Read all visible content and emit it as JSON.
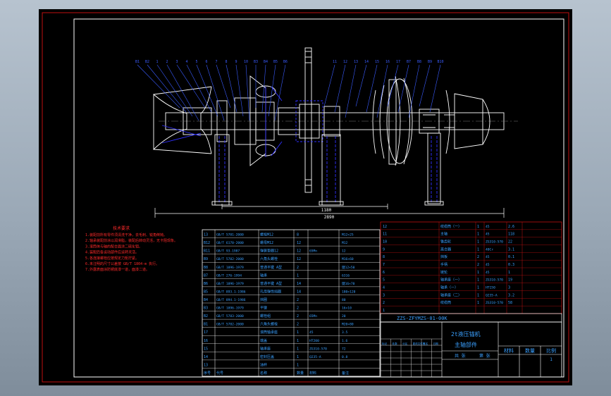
{
  "colors": {
    "background": "#000000",
    "frame_outer": "#c01010",
    "frame_inner": "#ffffff",
    "geometry": "#ffffff",
    "hidden_lines": "#3030ff",
    "leaders": "#3a5cff",
    "notes": "#ff2a2a",
    "table_text": "#3aa0ff",
    "table_grid": "#c01010"
  },
  "drawing": {
    "number_code": "ZZS-ZFYMZS-01-00K"
  },
  "notes": {
    "title": "技术要求",
    "lines": [
      "1.装配前所有零件须清洗干净，去毛刺、锐角倒钝。",
      "2.轴承装配前涂以润滑脂，装配后转动灵活，无卡阻现象。",
      "3.滚筒体与轴的配合面涂二硫化钼。",
      "4.装配后各运动部件应运转灵活。",
      "5.各连接螺栓应按规定力矩拧紧。",
      "6.未注明的尺寸公差按 GB/T 1804-m 执行。",
      "7.外露表面涂防锈底漆一道，面漆二道。"
    ]
  },
  "parts_left": [
    {
      "no": "13",
      "code": "GB/T 5781-2000",
      "name": "螺栓M12",
      "qty": "8",
      "mat": "",
      "note": "M12×25"
    },
    {
      "no": "B12",
      "code": "GB/T 6170-2000",
      "name": "螺母M12",
      "qty": "12",
      "mat": "",
      "note": "M12"
    },
    {
      "no": "B11",
      "code": "GB/T 93-1987",
      "name": "弹簧垫圈12",
      "qty": "12",
      "mat": "65Mn",
      "note": "12"
    },
    {
      "no": "B9",
      "code": "GB/T 5782-2000",
      "name": "六角头螺栓",
      "qty": "12",
      "mat": "",
      "note": "M16×60"
    },
    {
      "no": "B8",
      "code": "GB/T 1096-1979",
      "name": "普通平键 A型",
      "qty": "2",
      "mat": "",
      "note": "键12×50"
    },
    {
      "no": "B7",
      "code": "GB/T 276-1994",
      "name": "轴承",
      "qty": "1",
      "mat": "",
      "note": "6316"
    },
    {
      "no": "B6",
      "code": "GB/T 1096-1979",
      "name": "普通平键 A型",
      "qty": "14",
      "mat": "",
      "note": "键16×70"
    },
    {
      "no": "B5",
      "code": "GB/T 893.1-1986",
      "name": "孔用弹性挡圈",
      "qty": "14",
      "mat": "",
      "note": "180×120"
    },
    {
      "no": "B4",
      "code": "GB/T 894.1-1986",
      "name": "挡圈",
      "qty": "2",
      "mat": "",
      "note": "80"
    },
    {
      "no": "B3",
      "code": "GB/T 1096-1979",
      "name": "平键",
      "qty": "2",
      "mat": "",
      "note": "16×10"
    },
    {
      "no": "B2",
      "code": "GB/T 5783-2000",
      "name": "螺栓组",
      "qty": "2",
      "mat": "65Mn",
      "note": "20"
    },
    {
      "no": "B1",
      "code": "GB/T 5782-2000",
      "name": "六角头螺栓",
      "qty": "2",
      "mat": "",
      "note": "M20×80"
    },
    {
      "no": "17",
      "code": "",
      "name": "滚筒轴承座",
      "qty": "1",
      "mat": "45",
      "note": "3.5"
    },
    {
      "no": "16",
      "code": "",
      "name": "端盖",
      "qty": "1",
      "mat": "HT200",
      "note": "1.6"
    },
    {
      "no": "15",
      "code": "",
      "name": "轴承座",
      "qty": "1",
      "mat": "ZG310-570",
      "note": "72"
    },
    {
      "no": "14",
      "code": "",
      "name": "密封压盖",
      "qty": "1",
      "mat": "Q235-A",
      "note": "0.8"
    },
    {
      "no": "13",
      "code": "",
      "name": "油杯",
      "qty": "1",
      "mat": "",
      "note": ""
    }
  ],
  "parts_left_header": {
    "no": "序号",
    "code": "代号",
    "name": "名称",
    "qty": "数量",
    "mat": "材料",
    "note": "备注"
  },
  "parts_right": [
    {
      "no": "12",
      "name": "绞缆筒（一）",
      "qty": "1",
      "mat": "45",
      "w": "2.6"
    },
    {
      "no": "11",
      "name": "主轴",
      "qty": "1",
      "mat": "45",
      "w": "118"
    },
    {
      "no": "10",
      "name": "锥齿轮",
      "qty": "1",
      "mat": "ZG310-570",
      "w": "22"
    },
    {
      "no": "9",
      "name": "离合器",
      "qty": "1",
      "mat": "40Cr",
      "w": "3.1"
    },
    {
      "no": "8",
      "name": "挡板",
      "qty": "2",
      "mat": "45",
      "w": "0.1"
    },
    {
      "no": "7",
      "name": "手柄",
      "qty": "2",
      "mat": "45",
      "w": "0.3"
    },
    {
      "no": "6",
      "name": "链轮",
      "qty": "1",
      "mat": "45",
      "w": "1"
    },
    {
      "no": "5",
      "name": "轴承座（一）",
      "qty": "1",
      "mat": "ZG310-570",
      "w": "19"
    },
    {
      "no": "4",
      "name": "轴承（一）",
      "qty": "1",
      "mat": "HT150",
      "w": "3"
    },
    {
      "no": "3",
      "name": "轴承座（二）",
      "qty": "1",
      "mat": "Q235-A",
      "w": "3.2"
    },
    {
      "no": "2",
      "name": "绞缆筒",
      "qty": "1",
      "mat": "ZG310-570",
      "w": "58"
    },
    {
      "no": "1",
      "name": "",
      "qty": "",
      "mat": "",
      "w": ""
    }
  ],
  "title_block": {
    "title_line1": "2t液压锚机",
    "title_line2": "主轴部件",
    "col_labels": [
      "材料",
      "数量",
      "比例"
    ],
    "scale": "1",
    "row_labels": [
      "标记",
      "处数",
      "分区",
      "更改文件号",
      "签名",
      "日期"
    ],
    "bottom_labels": [
      "共 张",
      "第 张"
    ]
  },
  "dimensions": {
    "overall": "2890",
    "span": "1180"
  },
  "balloons_left": [
    "B1",
    "B2",
    "1",
    "2",
    "3",
    "4",
    "5",
    "6",
    "7",
    "8",
    "9",
    "10",
    "B3",
    "B4",
    "B5",
    "B6"
  ],
  "balloons_right": [
    "11",
    "12",
    "13",
    "14",
    "15",
    "16",
    "17",
    "B7",
    "B8",
    "B9",
    "B10"
  ]
}
